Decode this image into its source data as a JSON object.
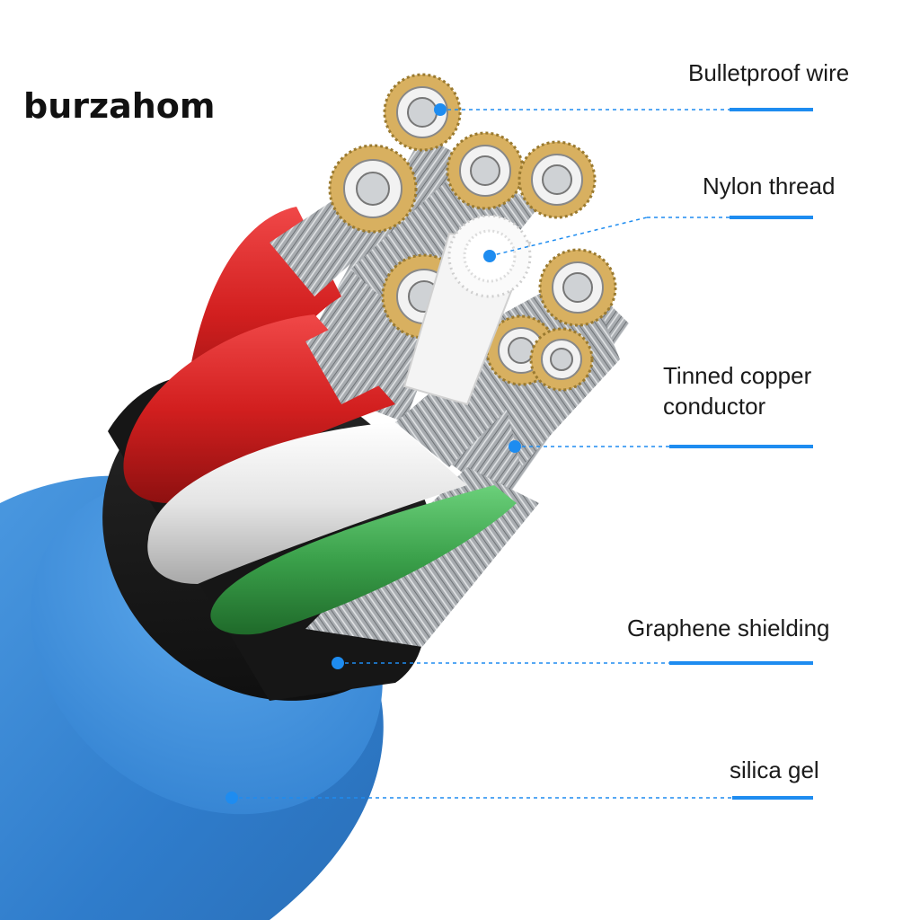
{
  "brand": {
    "text": "burzahom"
  },
  "colors": {
    "jacket": "#3a86d4",
    "shield": "#141414",
    "accent_line": "#1e8cf0",
    "red": "#d21f1f",
    "green": "#3aa04a",
    "white_core": "#e8e8e8",
    "strand": "#b0b4b8",
    "tin": "#c8a04a"
  },
  "callouts": [
    {
      "id": "bulletproof",
      "label": "Bulletproof wire"
    },
    {
      "id": "nylon",
      "label": "Nylon thread"
    },
    {
      "id": "tinned",
      "label": "Tinned copper conductor"
    },
    {
      "id": "graphene",
      "label": "Graphene shielding"
    },
    {
      "id": "silica",
      "label": "silica gel"
    }
  ]
}
